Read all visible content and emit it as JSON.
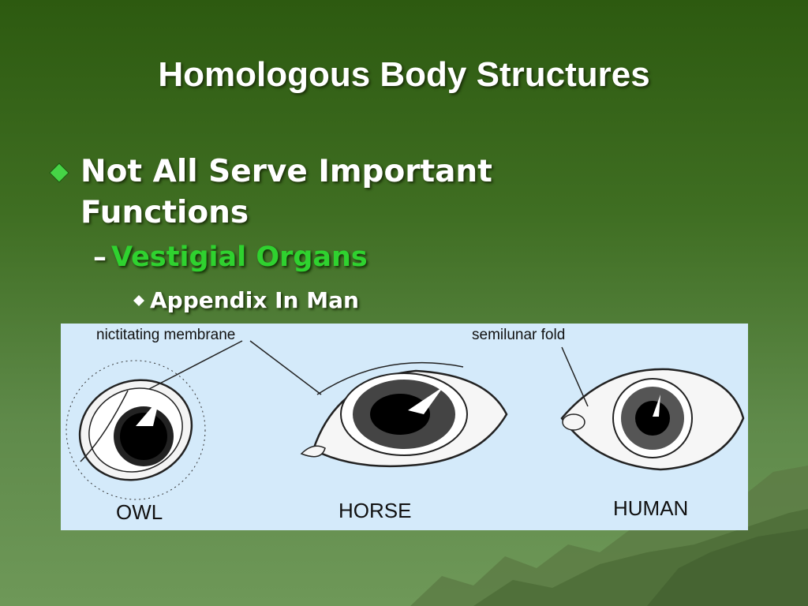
{
  "slide": {
    "title": "Homologous Body Structures",
    "bullet_1": "Not All Serve Important Functions",
    "bullet_2_dash": "–",
    "bullet_2": "Vestigial Organs",
    "bullet_3": "Appendix In Man"
  },
  "figure": {
    "label_nictitating": "nictitating membrane",
    "label_semilunar": "semilunar fold",
    "label_owl": "OWL",
    "label_horse": "HORSE",
    "label_human": "HUMAN"
  },
  "colors": {
    "accent_green": "#2fd22f",
    "bullet_marker": "#46d446",
    "figure_background": "#d4eafa"
  }
}
